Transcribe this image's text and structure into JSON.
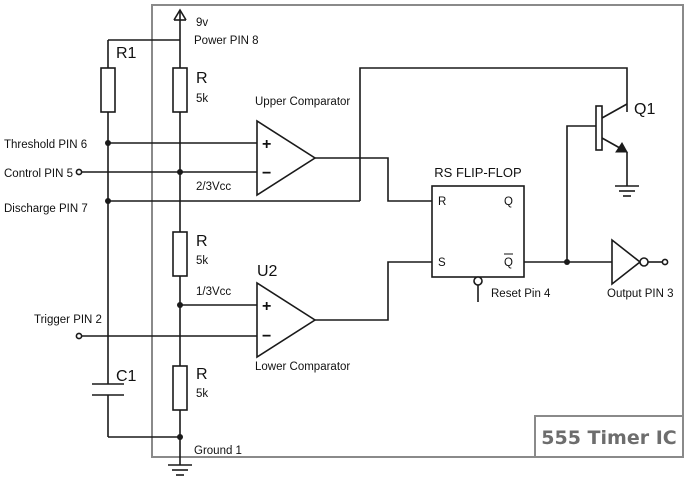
{
  "title_box": {
    "label": "555 Timer IC"
  },
  "power": {
    "voltage": "9v",
    "pin_label": "Power PIN 8"
  },
  "ground": {
    "label": "Ground 1"
  },
  "resistor_r1": {
    "label": "R1"
  },
  "capacitor_c1": {
    "label": "C1"
  },
  "divider": {
    "resistors": [
      {
        "label": "R",
        "value": "5k"
      },
      {
        "label": "R",
        "value": "5k"
      },
      {
        "label": "R",
        "value": "5k"
      }
    ],
    "upper_ref": "2/3Vcc",
    "lower_ref": "1/3Vcc"
  },
  "pins": {
    "threshold": "Threshold PIN 6",
    "control": "Control PIN 5",
    "discharge": "Discharge PIN 7",
    "trigger": "Trigger PIN 2",
    "reset": "Reset Pin 4",
    "output": "Output PIN 3"
  },
  "comparators": {
    "upper": {
      "label": "Upper Comparator",
      "plus": "+",
      "minus": "−"
    },
    "lower": {
      "label": "Lower Comparator",
      "designator": "U2",
      "plus": "+",
      "minus": "−"
    }
  },
  "flip_flop": {
    "title": "RS FLIP-FLOP",
    "r": "R",
    "s": "S",
    "q": "Q",
    "qbar": "Q"
  },
  "transistor": {
    "label": "Q1"
  }
}
